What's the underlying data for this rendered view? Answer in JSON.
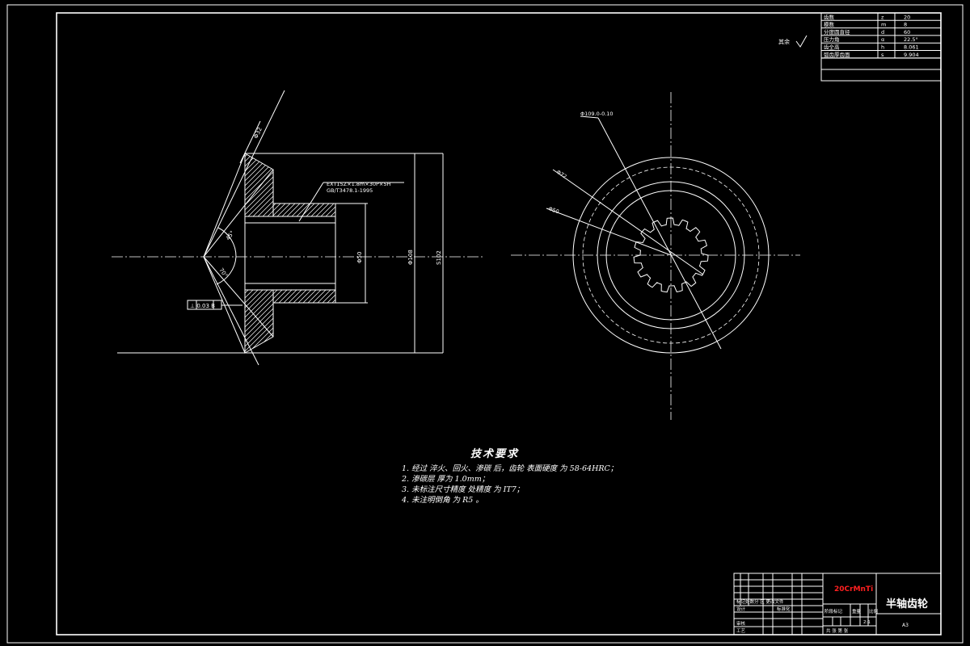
{
  "params_table": [
    {
      "name": "齿数",
      "symbol": "z",
      "value": "20"
    },
    {
      "name": "模数",
      "symbol": "m",
      "value": "8"
    },
    {
      "name": "分度圆直径",
      "symbol": "d",
      "value": "60"
    },
    {
      "name": "压力角",
      "symbol": "α",
      "value": "22.5°"
    },
    {
      "name": "齿全高",
      "symbol": "h",
      "value": "8.061"
    },
    {
      "name": "弧齿厚齿面",
      "symbol": "s",
      "value": "9.904"
    }
  ],
  "roughness_note": "其余",
  "section_view": {
    "callout_line1": "EXT15Z×1.8m×30P×5H",
    "callout_line2": "GB/T3478.1-1995",
    "angle_labels": [
      "45°",
      "70°"
    ],
    "dims": [
      "Φ50",
      "Φ108",
      "S102"
    ],
    "tolerance_box": "⊥ 0.03 B",
    "top_dim": "Φ32"
  },
  "front_view": {
    "labels": [
      "Φ109.0-0.10",
      "Φ72",
      "Φ50"
    ]
  },
  "technical_requirements": {
    "title": "技术要求",
    "items": [
      "1. 经过 淬火、回火、渗碳 后，齿轮 表面硬度 为 58-64HRC；",
      "2. 渗碳层 厚为 1.0mm；",
      "3. 未标注尺寸精度 处精度 为 IT7；",
      "4. 未注明倒角 为 R5 。"
    ]
  },
  "title_block": {
    "material": "20CrMnTi",
    "part_name": "半轴齿轮",
    "revision_row": "标记处数分 区 更改文件",
    "design": "设计",
    "standardize": "标准化",
    "review": "审核",
    "process": "工艺",
    "stage_mark": "阶段标记",
    "weight": "重量",
    "scale_label": "比例",
    "scale_value": "2:1",
    "sheets": "共  张  第  张",
    "drawing_code": "A3",
    "colors": {
      "material": "#ff2020",
      "lines": "#ffffff",
      "background": "#000000"
    }
  }
}
